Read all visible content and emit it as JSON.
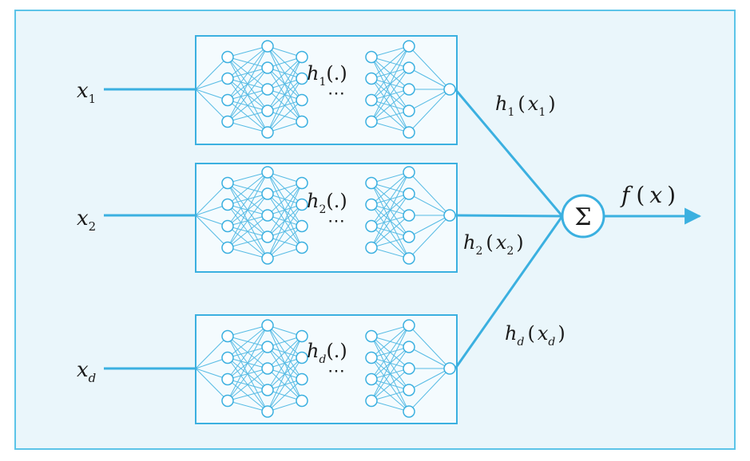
{
  "colors": {
    "line": "#3bb0e0",
    "node_fill": "#ffffff",
    "box_fill": "#f4fbfe",
    "background": "#eaf6fb"
  },
  "summation_symbol": "Σ",
  "ellipsis": "⋯",
  "output_label": {
    "main": "f",
    "paren_open": "(",
    "arg": "x",
    "paren_close": ")"
  },
  "branches": [
    {
      "input": {
        "main": "x",
        "sub": "1"
      },
      "net": {
        "main": "h",
        "sub": "1",
        "args": "(.)"
      },
      "output": {
        "main": "h",
        "sub": "1",
        "paren_open": "(",
        "arg": "x",
        "arg_sub": "1",
        "paren_close": ")"
      }
    },
    {
      "input": {
        "main": "x",
        "sub": "2"
      },
      "net": {
        "main": "h",
        "sub": "2",
        "args": "(.)"
      },
      "output": {
        "main": "h",
        "sub": "2",
        "paren_open": "(",
        "arg": "x",
        "arg_sub": "2",
        "paren_close": ")"
      }
    },
    {
      "input": {
        "main": "x",
        "sub": "d"
      },
      "net": {
        "main": "h",
        "sub": "d",
        "args": "(.)"
      },
      "output": {
        "main": "h",
        "sub": "d",
        "paren_open": "(",
        "arg": "x",
        "arg_sub": "d",
        "paren_close": ")"
      }
    }
  ]
}
